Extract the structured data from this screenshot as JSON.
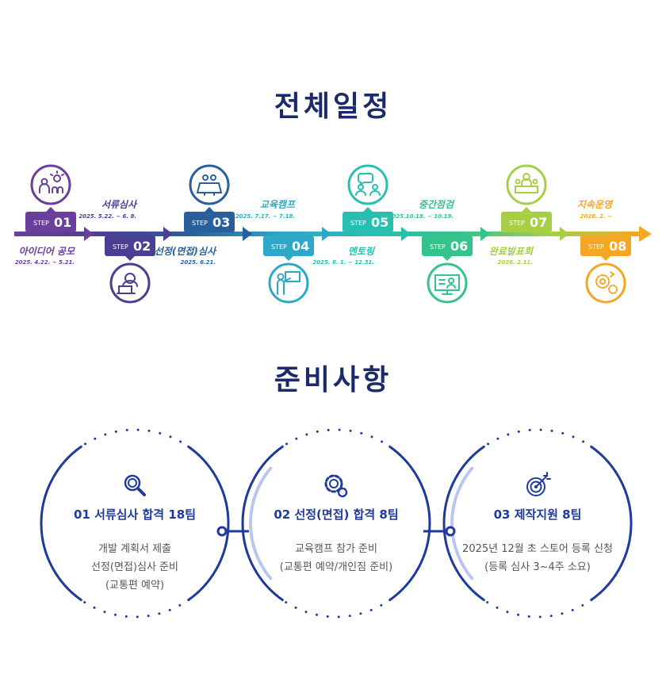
{
  "schedule": {
    "title": "전체일정",
    "steps": [
      {
        "prefix": "STEP",
        "num": "01",
        "name": "아이디어 공모",
        "date": "2025. 4.22. ~ 5.21.",
        "color": "#6a3f9c",
        "icon": "idea-presentation-icon"
      },
      {
        "prefix": "STEP",
        "num": "02",
        "name": "서류심사",
        "date": "2025. 5.22. ~ 6. 8.",
        "color": "#4b3f94",
        "icon": "document-review-icon"
      },
      {
        "prefix": "STEP",
        "num": "03",
        "name": "선정(면접)심사",
        "date": "2025. 6.21.",
        "color": "#28609b",
        "icon": "interview-icon"
      },
      {
        "prefix": "STEP",
        "num": "04",
        "name": "교육캠프",
        "date": "2025. 7.17. ~ 7.18.",
        "color": "#2ea8c9",
        "icon": "lecture-icon"
      },
      {
        "prefix": "STEP",
        "num": "05",
        "name": "멘토링",
        "date": "2025. 8. 1. ~ 12.31.",
        "color": "#29bfb0",
        "icon": "mentoring-icon"
      },
      {
        "prefix": "STEP",
        "num": "06",
        "name": "중간점검",
        "date": "2025.10.18. ~ 10.19.",
        "color": "#34c38a",
        "icon": "monitor-check-icon"
      },
      {
        "prefix": "STEP",
        "num": "07",
        "name": "완료발표회",
        "date": "2026. 2.11.",
        "color": "#a6cf45",
        "icon": "presentation-meeting-icon"
      },
      {
        "prefix": "STEP",
        "num": "08",
        "name": "지속운영",
        "date": "2026. 2. ~",
        "color": "#f5a623",
        "icon": "gears-operation-icon"
      }
    ]
  },
  "preparation": {
    "title": "준비사항",
    "items": [
      {
        "title": "01 서류심사 합격 18팀",
        "lines": [
          "개발 계획서 제출",
          "선정(면접)심사 준비",
          "(교통편 예약)"
        ],
        "icon": "magnifier-icon"
      },
      {
        "title": "02 선정(면접) 합격 8팀",
        "lines": [
          "교육캠프 참가 준비",
          "(교통편 예약/개인짐 준비)"
        ],
        "icon": "gear-icon"
      },
      {
        "title": "03 제작지원 8팀",
        "lines": [
          "2025년 12월 초 스토어 등록 신청",
          "(등록 심사 3~4주 소요)"
        ],
        "icon": "target-icon"
      }
    ]
  },
  "colors": {
    "title": "#1b2a6b",
    "ring": "#1f3a9c",
    "ring_soft": "#b8c7ee",
    "body_text": "#555555"
  }
}
